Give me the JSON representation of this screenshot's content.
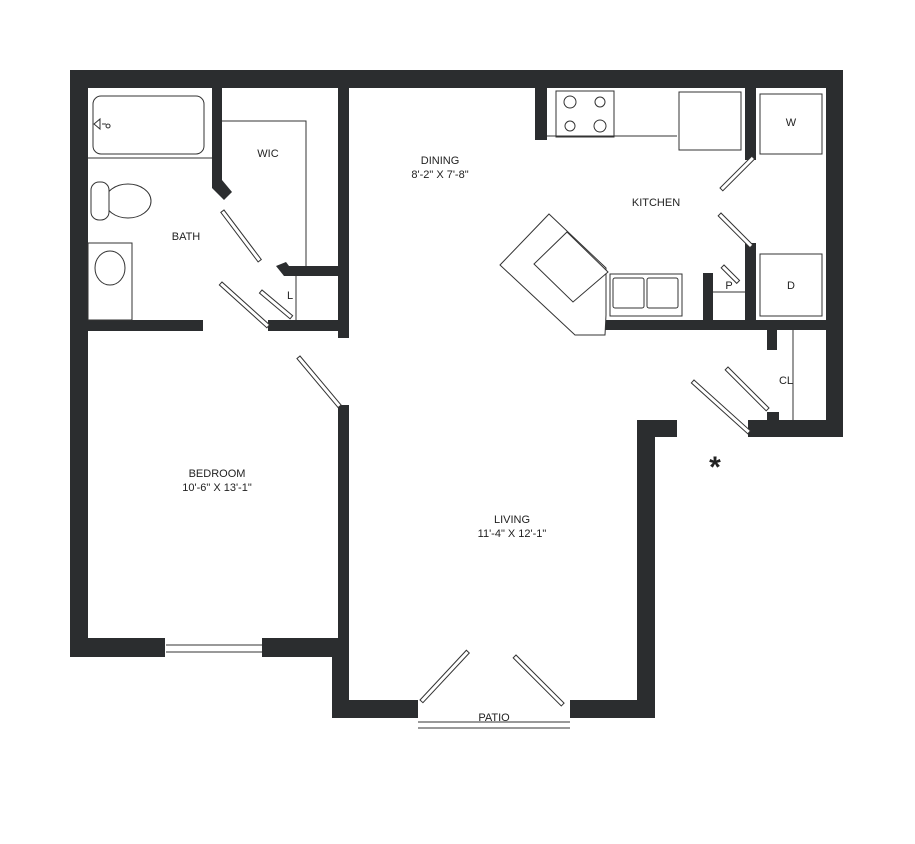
{
  "rooms": {
    "wic": {
      "label": "WIC"
    },
    "bath": {
      "label": "BATH"
    },
    "linen": {
      "label": "L"
    },
    "dining": {
      "label": "DINING",
      "dimensions": "8'-2\" X 7'-8\""
    },
    "kitchen": {
      "label": "KITCHEN"
    },
    "washer": {
      "label": "W"
    },
    "dryer": {
      "label": "D"
    },
    "pantry": {
      "label": "P"
    },
    "closet": {
      "label": "CL"
    },
    "bedroom": {
      "label": "BEDROOM",
      "dimensions": "10'-6\" X 13'-1\""
    },
    "living": {
      "label": "LIVING",
      "dimensions": "11'-4\" X 12'-1\""
    },
    "patio": {
      "label": "PATIO"
    }
  },
  "entry_marker": "*",
  "colors": {
    "wall": "#2b2d2f",
    "background": "#ffffff"
  }
}
